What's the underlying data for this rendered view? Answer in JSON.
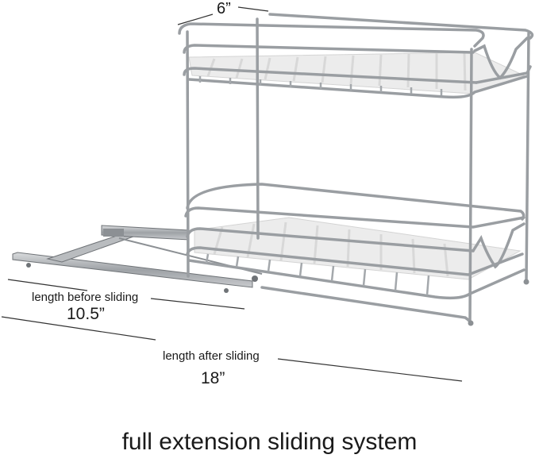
{
  "image": {
    "subject": "two-tier-pull-out-wire-organizer-rack",
    "accent_colors": {
      "chrome": "#a8acb0",
      "chrome_dark": "#6f7377",
      "shelf_liner": "#ececec"
    }
  },
  "dimensions": {
    "width_value": "6”",
    "before_caption": "length before sliding",
    "before_value": "10.5”",
    "after_caption": "length after sliding",
    "after_value": "18”"
  },
  "caption": "full extension sliding system"
}
